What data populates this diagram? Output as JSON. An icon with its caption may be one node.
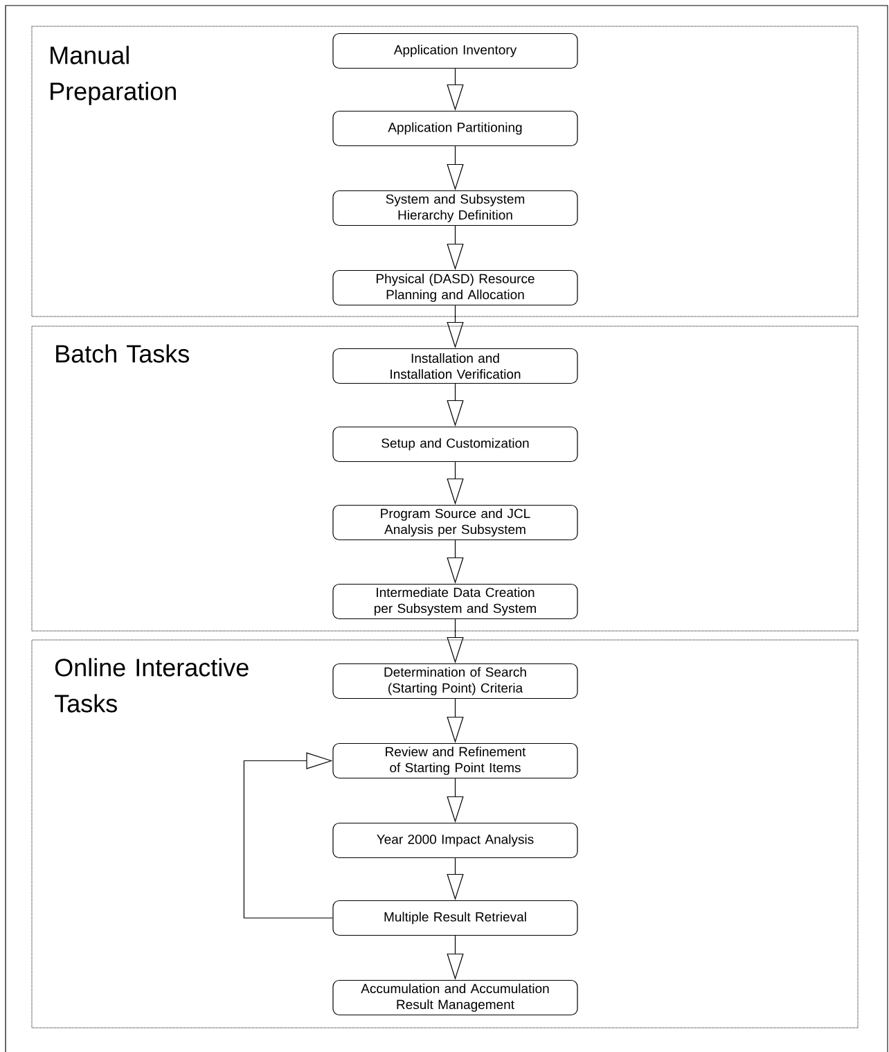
{
  "diagram": {
    "nodes": [
      {
        "text": [
          "Manual Preparation"
        ]
      },
      {
        "text": [
          "Application Inventory"
        ],
        "in": 0
      },
      {
        "text": [
          "Application Partitioning"
        ],
        "in": 0
      },
      {
        "text": [
          "System and Subsystem Hierarchy Definition"
        ],
        "in": 0
      },
      {
        "text": [
          "Physical (DASD) Resource Planning and Allocation"
        ],
        "in": 0
      },
      {
        "text": [
          "Batch Tasks"
        ]
      },
      {
        "text": [
          "Installation and Installation Verification"
        ],
        "in": 5
      },
      {
        "text": [
          "Setup and Customization"
        ],
        "in": 5
      },
      {
        "text": [
          "Program Source and JCL Analysis per Subsystem"
        ],
        "in": 5
      },
      {
        "text": [
          "Intermediate Data Creation per Subsystem and System"
        ],
        "in": 5
      },
      {
        "text": [
          "Online Interactive Tasks"
        ]
      },
      {
        "text": [
          "Determination of Search (Starting Point) Criteria"
        ],
        "in": 10
      },
      {
        "text": [
          "Review and Refinement of Starting Point Items"
        ],
        "in": 10
      },
      {
        "text": [
          "Year 2000 Impact Analysis"
        ],
        "in": 10
      },
      {
        "text": [
          "Multiple Result Retrieval"
        ],
        "in": 10
      },
      {
        "text": [
          "Accumulation and Accumulation Result Management"
        ],
        "in": 10
      }
    ],
    "edges": [
      {
        "from": 1,
        "to": 2,
        "arrow": "to"
      },
      {
        "from": 2,
        "to": 3,
        "arrow": "to"
      },
      {
        "from": 3,
        "to": 4,
        "arrow": "to"
      },
      {
        "from": 4,
        "to": 6,
        "arrow": "to"
      },
      {
        "from": 6,
        "to": 7,
        "arrow": "to"
      },
      {
        "from": 7,
        "to": 8,
        "arrow": "to"
      },
      {
        "from": 8,
        "to": 9,
        "arrow": "to"
      },
      {
        "from": 9,
        "to": 11,
        "arrow": "to"
      },
      {
        "from": 11,
        "to": 12,
        "arrow": "to"
      },
      {
        "from": 12,
        "to": 13,
        "arrow": "to"
      },
      {
        "from": 13,
        "to": 14,
        "arrow": "to"
      },
      {
        "from": 14,
        "to": 15,
        "arrow": "to"
      },
      {
        "from": 14,
        "to": 12,
        "arrow": "to"
      }
    ]
  }
}
